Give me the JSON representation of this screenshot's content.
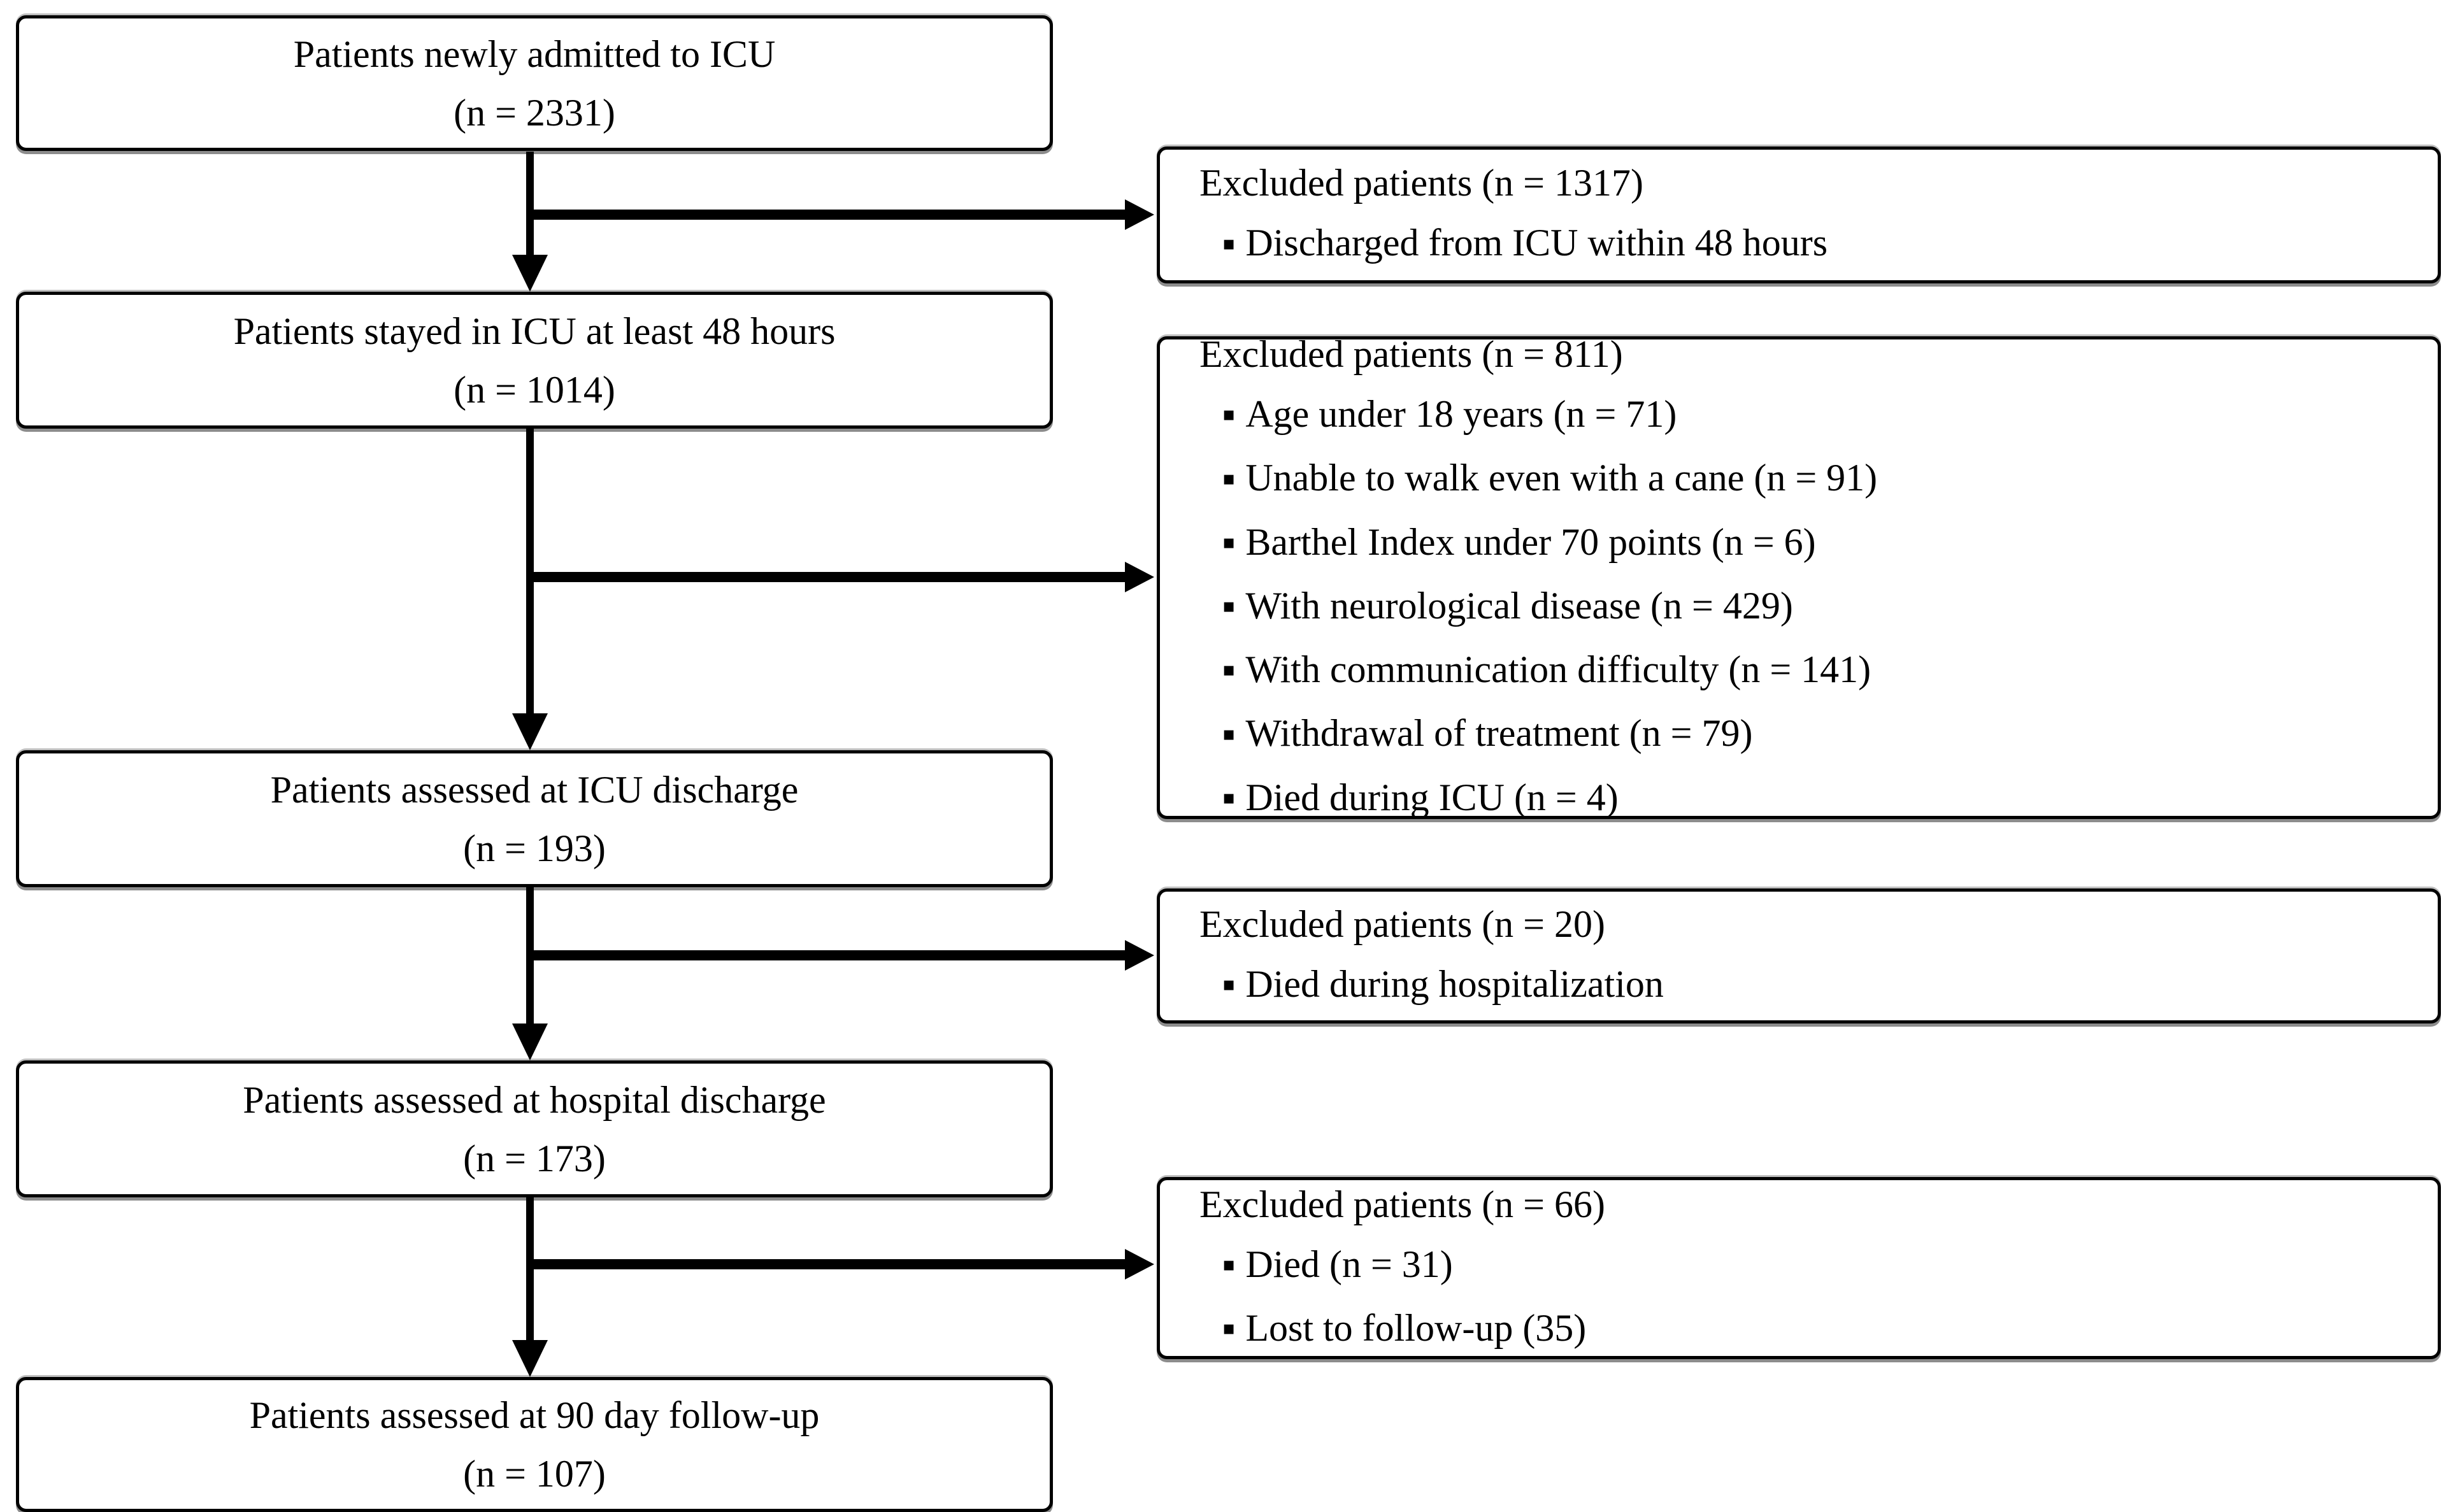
{
  "flow": {
    "bullet": "▪",
    "colors": {
      "ink": "#000000",
      "background": "#ffffff"
    },
    "boxes": [
      {
        "title": "Patients newly admitted to ICU",
        "count": "(n = 2331)"
      },
      {
        "title": "Patients stayed in ICU at least 48 hours",
        "count": "(n = 1014)"
      },
      {
        "title": "Patients assessed at ICU discharge",
        "count": "(n = 193)"
      },
      {
        "title": "Patients assessed at hospital discharge",
        "count": "(n = 173)"
      },
      {
        "title": "Patients assessed at 90 day follow-up",
        "count": "(n = 107)"
      }
    ],
    "exclusions": [
      {
        "header": "Excluded patients (n = 1317)",
        "items": [
          "Discharged from ICU within 48 hours"
        ]
      },
      {
        "header": "Excluded patients (n = 811)",
        "items": [
          "Age under 18 years (n = 71)",
          "Unable to walk even with a cane (n = 91)",
          "Barthel Index under 70 points (n = 6)",
          "With neurological disease (n = 429)",
          "With communication difficulty (n = 141)",
          "Withdrawal of treatment (n = 79)",
          "Died during ICU (n = 4)"
        ]
      },
      {
        "header": "Excluded patients (n = 20)",
        "items": [
          "Died during hospitalization"
        ]
      },
      {
        "header": "Excluded patients (n = 66)",
        "items": [
          "Died (n = 31)",
          "Lost to follow-up (35)"
        ]
      }
    ]
  }
}
